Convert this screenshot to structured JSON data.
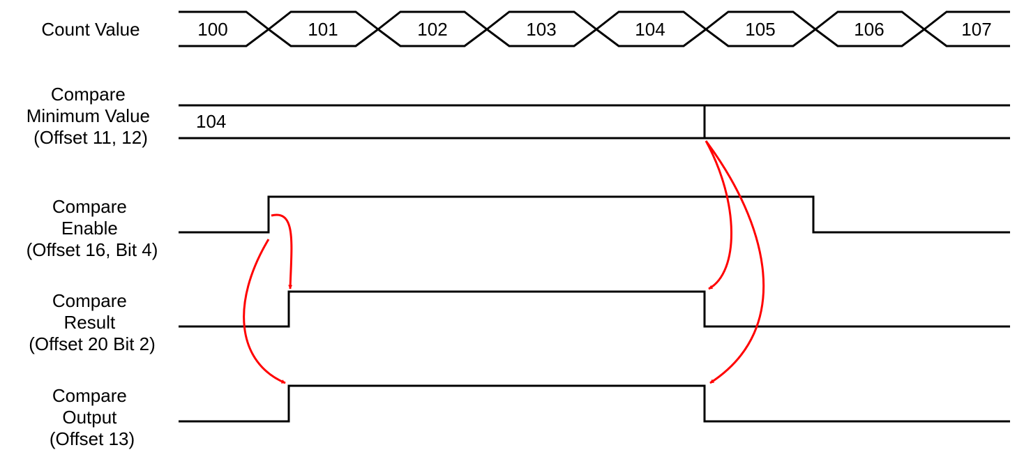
{
  "signals": {
    "count_value": {
      "label": [
        "Count Value"
      ],
      "values": [
        "100",
        "101",
        "102",
        "103",
        "104",
        "105",
        "106",
        "107"
      ]
    },
    "compare_min": {
      "label": [
        "Compare",
        "Minimum Value",
        "(Offset 11, 12)"
      ],
      "value": "104"
    },
    "compare_enable": {
      "label": [
        "Compare",
        "Enable",
        "(Offset 16, Bit 4)"
      ]
    },
    "compare_result": {
      "label": [
        "Compare",
        "Result",
        "(Offset 20 Bit 2)"
      ]
    },
    "compare_output": {
      "label": [
        "Compare",
        "Output",
        "(Offset 13)"
      ]
    }
  },
  "colors": {
    "signal": "#000000",
    "causality_arrow": "#ff0000"
  }
}
